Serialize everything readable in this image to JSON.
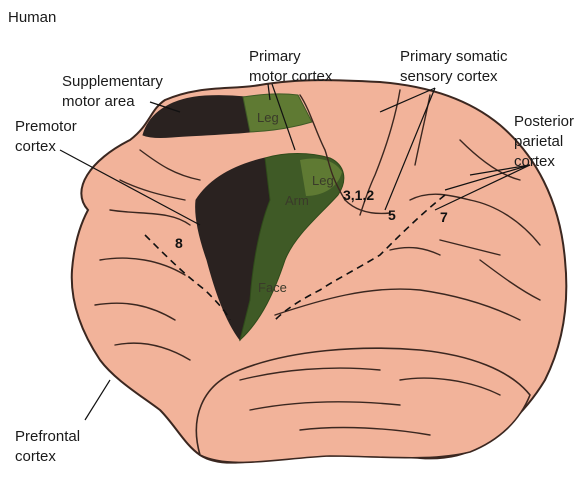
{
  "title": "Human",
  "labels": {
    "supplementary_motor_area": [
      "Supplementary",
      "motor area"
    ],
    "primary_motor_cortex": [
      "Primary",
      "motor cortex"
    ],
    "primary_somatic_sensory_cortex": [
      "Primary somatic",
      "sensory cortex"
    ],
    "premotor_cortex": [
      "Premotor",
      "cortex"
    ],
    "posterior_parietal_cortex": [
      "Posterior",
      "parietal",
      "cortex"
    ],
    "prefrontal_cortex": [
      "Prefrontal",
      "cortex"
    ]
  },
  "region_labels": {
    "leg_top": "Leg",
    "leg_side": "Leg",
    "arm": "Arm",
    "face": "Face"
  },
  "area_numbers": {
    "area_8": "8",
    "areas_3_1_2": "3,1,2",
    "area_5": "5",
    "area_7": "7"
  },
  "colors": {
    "brain": "#f2b39a",
    "brain_outline": "#3b2720",
    "motor_green": "#3f5a26",
    "motor_green_light": "#5f7a33",
    "premotor_dark": "#2a2220"
  }
}
